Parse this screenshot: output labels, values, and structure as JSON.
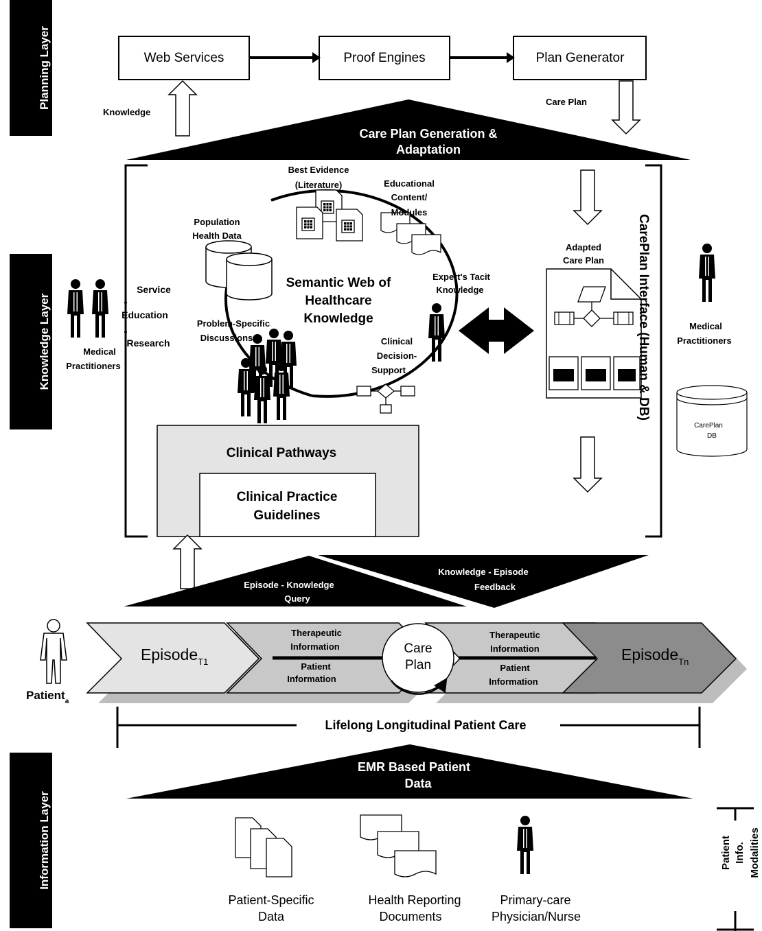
{
  "layers": {
    "planning": "Planning Layer",
    "knowledge": "Knowledge Layer",
    "information": "Information Layer"
  },
  "planning": {
    "web_services": "Web Services",
    "proof_engines": "Proof Engines",
    "plan_generator": "Plan Generator",
    "knowledge_label": "Knowledge",
    "care_plan_label": "Care Plan"
  },
  "care_plan_generation": {
    "line1": "Care Plan Generation &",
    "line2": "Adaptation"
  },
  "knowledge": {
    "best_evidence": [
      "Best Evidence",
      "(Literature)"
    ],
    "educational_content": [
      "Educational",
      "Content/",
      "Modules"
    ],
    "population_health": [
      "Population",
      "Health Data"
    ],
    "semantic_web": [
      "Semantic Web of",
      "Healthcare",
      "Knowledge"
    ],
    "experts_tacit": [
      "Expert's Tacit",
      "Knowledge"
    ],
    "problem_specific": [
      "Problem-Specific",
      "Discussions"
    ],
    "clinical_decision": [
      "Clinical",
      "Decision-",
      "Support"
    ],
    "service": "Service",
    "education": "Education",
    "research": "Research",
    "medical_practitioners_left": [
      "Medical",
      "Practitioners"
    ],
    "medical_practitioners_right": [
      "Medical",
      "Practitioners"
    ],
    "adapted_care_plan": [
      "Adapted",
      "Care Plan"
    ],
    "careplan_interface": "CarePlan Interface (Human & DB)",
    "careplan_db": [
      "CarePlan",
      "DB"
    ],
    "clinical_pathways": "Clinical Pathways",
    "clinical_practice_guidelines": [
      "Clinical Practice",
      "Guidelines"
    ]
  },
  "episodes": {
    "episode_knowledge_query": [
      "Episode - Knowledge",
      "Query"
    ],
    "knowledge_episode_feedback": [
      "Knowledge - Episode",
      "Feedback"
    ],
    "episode_t1": "Episode",
    "episode_t1_sub": "T1",
    "episode_tn": "Episode",
    "episode_tn_sub": "Tn",
    "therapeutic_info": [
      "Therapeutic",
      "Information"
    ],
    "patient_info": [
      "Patient",
      "Information"
    ],
    "care_plan": [
      "Care",
      "Plan"
    ],
    "patient": "Patient",
    "patient_sub": "a",
    "lifelong": "Lifelong Longitudinal Patient Care"
  },
  "information": {
    "emr_line1": "EMR Based Patient",
    "emr_line2": "Data",
    "patient_specific": [
      "Patient-Specific",
      "Data"
    ],
    "health_reporting": [
      "Health Reporting",
      "Documents"
    ],
    "primary_care": [
      "Primary-care",
      "Physician/Nurse"
    ],
    "modalities": [
      "Patient",
      "Info.",
      "Modalities"
    ]
  },
  "colors": {
    "black": "#000000",
    "light_gray": "#e4e4e4",
    "mid_gray": "#c8c8c8",
    "dark_gray": "#8c8c8c",
    "shadow_gray": "#bdbdbd"
  }
}
